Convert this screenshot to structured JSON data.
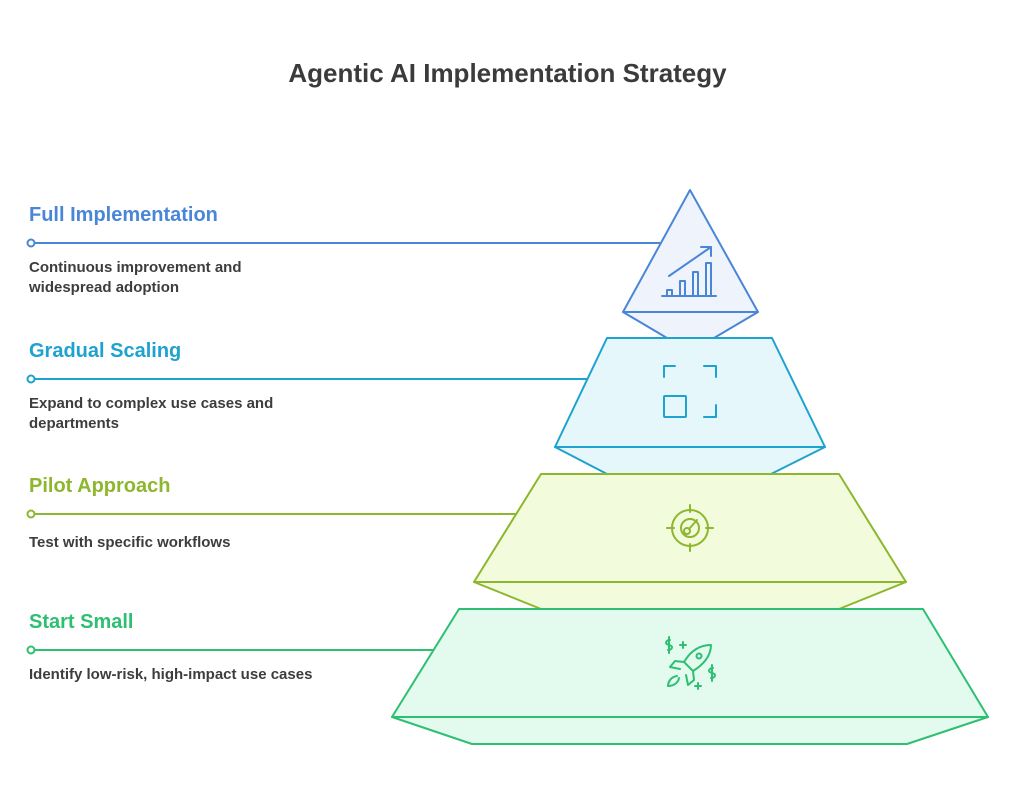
{
  "title": "Agentic AI Implementation Strategy",
  "tiers": [
    {
      "title": "Full Implementation",
      "description": "Continuous improvement and widespread adoption",
      "icon": "growth-chart-icon",
      "color": "#4A86D8",
      "fill": "#EEF3FC"
    },
    {
      "title": "Gradual Scaling",
      "description": "Expand to complex use cases and departments",
      "icon": "expand-frame-icon",
      "color": "#1EA2CF",
      "fill": "#E6F7FC"
    },
    {
      "title": "Pilot Approach",
      "description": "Test with specific workflows",
      "icon": "target-icon",
      "color": "#8DB72E",
      "fill": "#F3FBDD"
    },
    {
      "title": "Start Small",
      "description": "Identify low-risk, high-impact use cases",
      "icon": "rocket-icon",
      "color": "#2FBF73",
      "fill": "#E3FAEE"
    }
  ]
}
